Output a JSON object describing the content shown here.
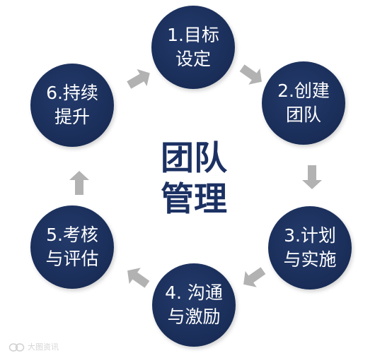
{
  "center": {
    "line1": "团队",
    "line2": "管理"
  },
  "steps": [
    {
      "line1": "1.目标",
      "line2": "设定"
    },
    {
      "line1": "2.创建",
      "line2": "团队"
    },
    {
      "line1": "3.计划",
      "line2": "与实施"
    },
    {
      "line1": "4. 沟通",
      "line2": "与激励"
    },
    {
      "line1": "5.考核",
      "line2": "与评估"
    },
    {
      "line1": "6.持续",
      "line2": "提升"
    }
  ],
  "watermark": {
    "text": "大图资讯"
  },
  "colors": {
    "node_fill": "#1b2f5b",
    "center_text": "#1c3163",
    "arrow": "#b2b2b2",
    "node_text": "#ffffff"
  },
  "icons": {
    "arrow": "arrow-icon",
    "watermark_logo": "watermark-logo"
  }
}
